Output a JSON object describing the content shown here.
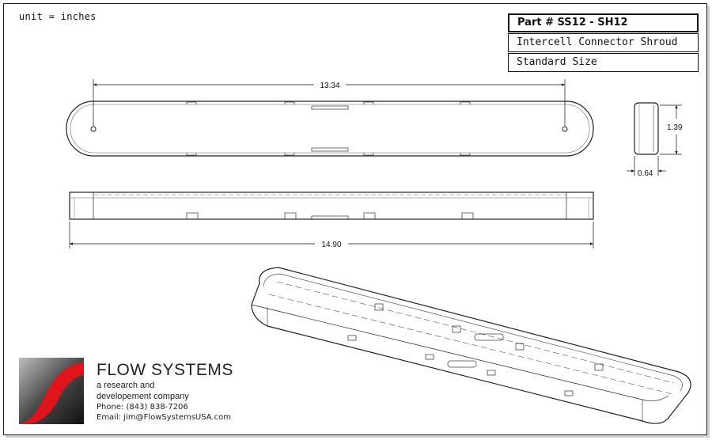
{
  "sheet": {
    "unit_note": "unit = inches"
  },
  "title_block": {
    "part_number": "Part # SS12 - SH12",
    "description": "Intercell Connector Shroud",
    "size": "Standard Size"
  },
  "dimensions": {
    "top_view_length": "13.34",
    "side_view_length": "14.90",
    "end_view_height": "1.39",
    "end_view_width": "0.64"
  },
  "company": {
    "name": "FLOW SYSTEMS",
    "tagline_line1": "a research and",
    "tagline_line2": "developement company",
    "phone": "Phone: (843) 838-7206",
    "email": "Email: jim@FlowSystemsUSA.com"
  }
}
